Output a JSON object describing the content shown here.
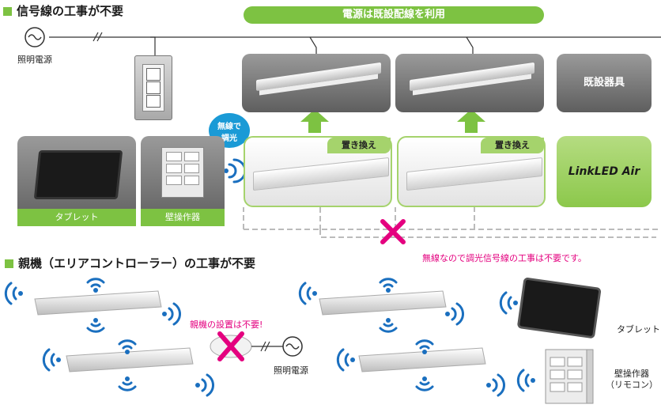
{
  "section1": {
    "title": "信号線の工事が不要",
    "power_label": "照明電源",
    "banner": "電源は既設配線を利用",
    "existing_label": "既設器具",
    "replace_label_1": "置き換え",
    "replace_label_2": "置き換え",
    "bubble_line1": "無線で",
    "bubble_line2": "調光",
    "tablet_label": "タブレット",
    "wall_label": "壁操作器",
    "brand": "LinkLED Air",
    "note": "無線なので調光信号線の工事は不要です。"
  },
  "section2": {
    "title": "親機（エリアコントローラー）の工事が不要",
    "no_parent": "親機の設置は不要!",
    "power_label": "照明電源",
    "tablet_label": "タブレット",
    "wall_label_1": "壁操作器",
    "wall_label_2": "（リモコン）"
  },
  "colors": {
    "green": "#7dc242",
    "pink": "#e4007f",
    "dark_grey": "#6b6b6b"
  }
}
